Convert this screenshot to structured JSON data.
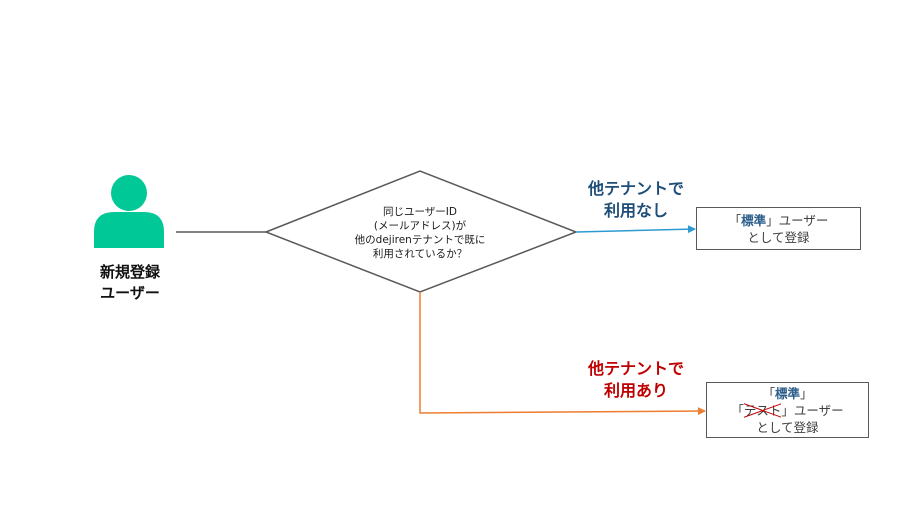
{
  "user": {
    "label_line1": "新規登録",
    "label_line2": "ユーザー",
    "icon": "person-icon",
    "color": "#00c896"
  },
  "decision": {
    "line1": "同じユーザーID",
    "line2": "(メールアドレス)が",
    "line3": "他のdejirenテナントで既に",
    "line4": "利用されているか？"
  },
  "branch_not_used": {
    "label_line1": "他テナントで",
    "label_line2": "利用なし",
    "color": "#1f4e79",
    "arrow_color": "#2e9ad0"
  },
  "branch_used": {
    "label_line1": "他テナントで",
    "label_line2": "利用あり",
    "color": "#c00000",
    "arrow_color": "#ed7d31"
  },
  "result_standard": {
    "bracket_open": "「",
    "keyword": "標準",
    "bracket_close": "」",
    "suffix": "ユーザー",
    "line2": "として登録"
  },
  "result_test": {
    "line1_open": "「",
    "keyword": "標準",
    "line1_close": "」",
    "bracket_open": "「",
    "struck_word": "テスト",
    "bracket_close": "」",
    "suffix": "ユーザー",
    "line3": "として登録"
  }
}
